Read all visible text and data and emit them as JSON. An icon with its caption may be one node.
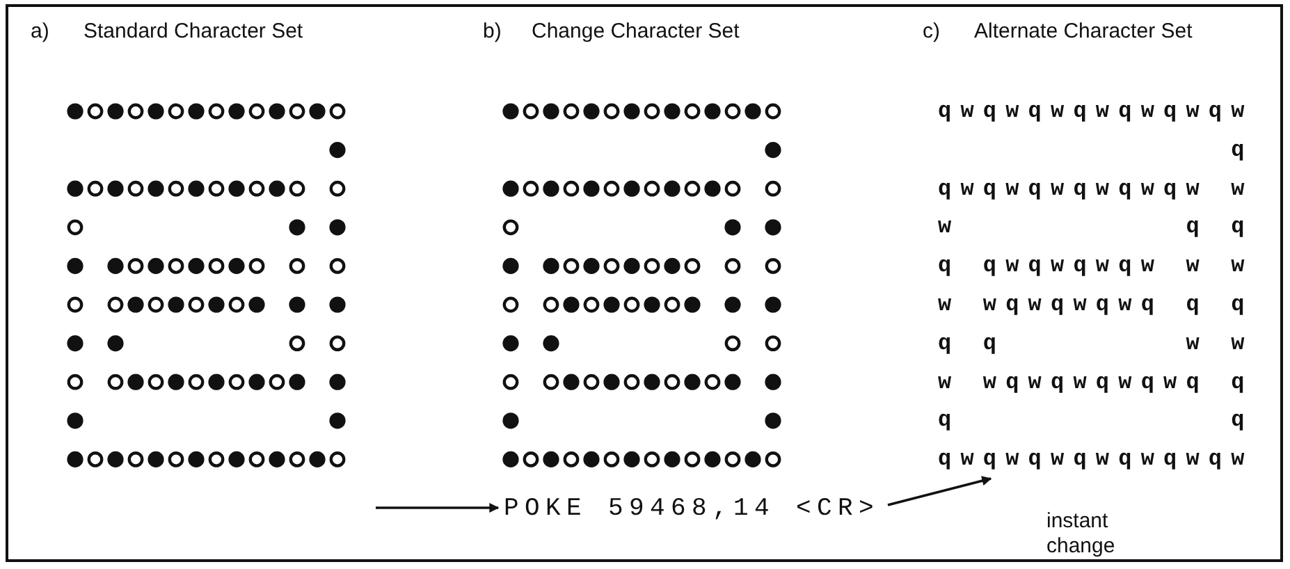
{
  "diagram": {
    "nodes": [
      {
        "text": [
          "POKE 59468,14 <CR>"
        ]
      },
      {
        "text": [
          "qwqwqwqwqwqwqw",
          "q",
          "qwqwqwqwqwqw w",
          "w          q q",
          "q qwqwqwqw w w",
          "w wqwqwqwq q q",
          "q q        w w",
          "w wqwqwqwqwq q",
          "q            q",
          "qwqwqwqwqwqwqw"
        ]
      }
    ],
    "edges": [
      {
        "from": null,
        "to": 0,
        "arrow": "to"
      },
      {
        "from": 0,
        "to": 1,
        "arrow": "to"
      }
    ],
    "labels": [
      "a)",
      "Standard Character Set",
      "b)",
      "Change Character Set",
      "c)",
      "Alternate Character Set",
      "instant change"
    ]
  }
}
